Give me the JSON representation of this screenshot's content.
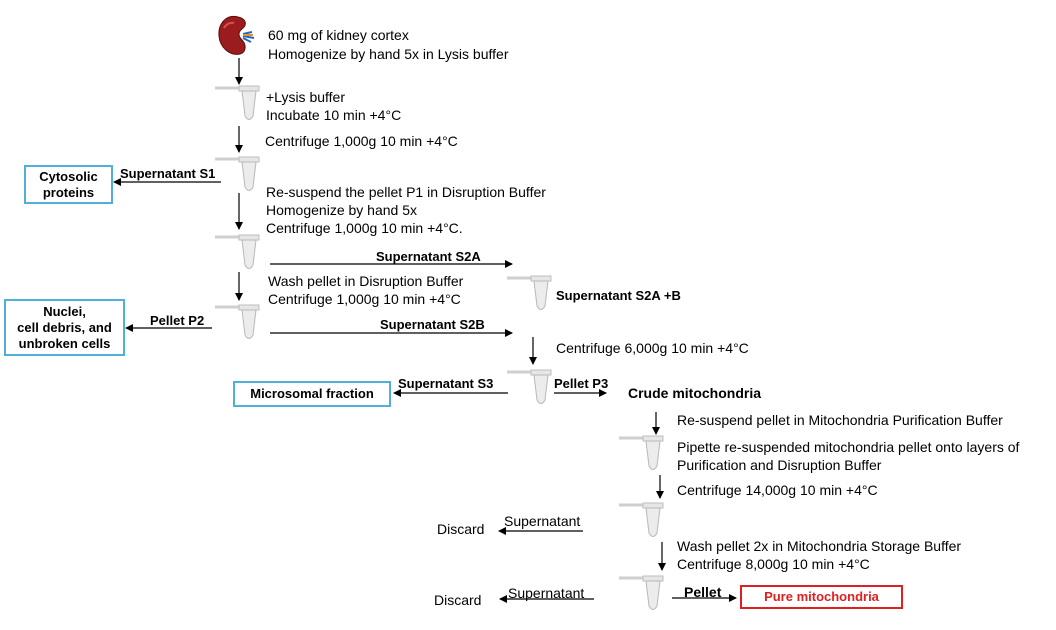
{
  "steps": {
    "kidney_line1": "60 mg of kidney cortex",
    "kidney_line2": "Homogenize by hand 5x  in Lysis buffer",
    "lysis_line1": "+Lysis buffer",
    "lysis_line2": "Incubate 10 min +4°C",
    "centrifuge1": "Centrifuge 1,000g 10 min +4°C",
    "resuspend_line1": "Re-suspend the pellet P1 in Disruption Buffer",
    "resuspend_line2": "Homogenize by hand 5x",
    "resuspend_line3": "Centrifuge 1,000g 10 min +4°C.",
    "wash_line1": "Wash pellet in Disruption Buffer",
    "wash_line2": "Centrifuge 1,000g 10 min +4°C",
    "centrifuge6000": "Centrifuge 6,000g 10 min +4°C",
    "resuspend_mito": "Re-suspend pellet in Mitochondria Purification Buffer",
    "pipette_line1": "Pipette re-suspended mitochondria pellet onto layers of",
    "pipette_line2": "Purification and Disruption Buffer",
    "centrifuge14000": "Centrifuge 14,000g 10 min +4°C",
    "wash2_line1": "Wash pellet 2x  in Mitochondria Storage Buffer",
    "wash2_line2": "Centrifuge 8,000g 10 min +4°C"
  },
  "labels": {
    "supernatant_s1": "Supernatant S1",
    "supernatant_s2a": "Supernatant S2A",
    "supernatant_s2a_b": "Supernatant S2A +B",
    "pellet_p2": "Pellet P2",
    "supernatant_s2b": "Supernatant S2B",
    "supernatant_s3": "Supernatant S3",
    "pellet_p3": "Pellet P3",
    "crude_mitochondria": "Crude mitochondria",
    "supernatant_1": "Supernatant",
    "supernatant_2": "Supernatant",
    "pellet": "Pellet",
    "discard_1": "Discard",
    "discard_2": "Discard"
  },
  "boxes": {
    "cytosolic": "Cytosolic\nproteins",
    "nuclei": "Nuclei,\ncell debris, and\nunbroken cells",
    "microsomal": "Microsomal fraction",
    "pure_mito": "Pure mitochondria"
  },
  "colors": {
    "box_border_blue": "#4fb0d8",
    "box_border_red": "#e02020",
    "arrow": "#000000",
    "kidney": "#8b1a1a"
  },
  "icons": {
    "kidney": "kidney-icon",
    "tube": "microcentrifuge-tube-icon"
  }
}
